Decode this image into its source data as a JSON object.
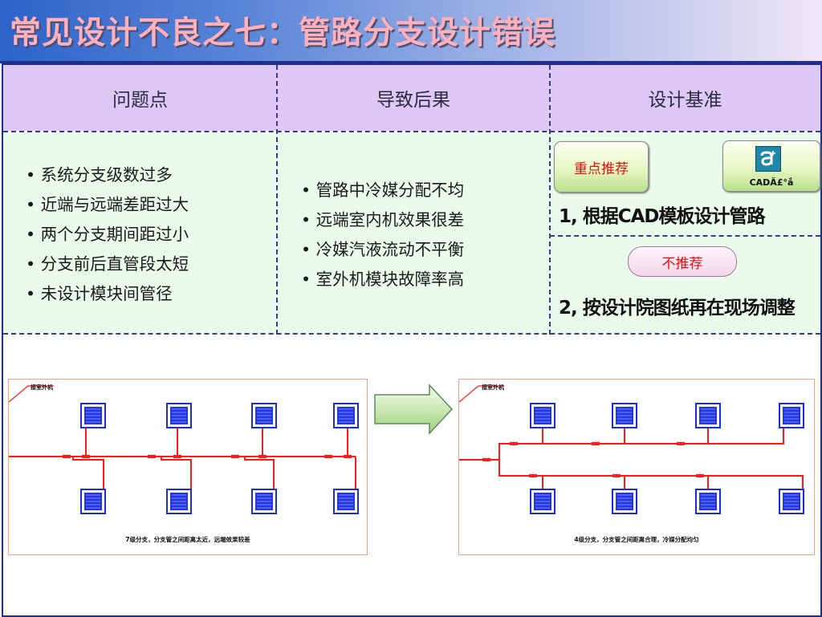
{
  "title": "常见设计不良之七：管路分支设计错误",
  "table": {
    "headers": [
      "问题点",
      "导致后果",
      "设计基准"
    ],
    "problems": [
      "系统分支级数过多",
      "近端与远端差距过大",
      "两个分支期间距过小",
      "分支前后直管段太短",
      "未设计模块间管径"
    ],
    "consequences": [
      "管路中冷媒分配不均",
      "远端室内机效果很差",
      "冷媒汽液流动不平衡",
      "室外机模块故障率高"
    ],
    "standard": {
      "recommended_label": "重点推荐",
      "cad_button_label": "CADÄ£°å",
      "item1": "1,  根据CAD模板设计管路",
      "not_recommended_label": "不推荐",
      "item2": "2,  按设计院图纸再在现场调整"
    }
  },
  "diagrams": {
    "left": {
      "outdoor_label": "接室外机",
      "caption": "7级分支，分支管之间距离太近，远端效果较差"
    },
    "right": {
      "outdoor_label": "接室外机",
      "caption": "4级分支，分支管之间距离合理，冷媒分配均匀"
    }
  },
  "icons": {
    "cad": "cad-template-icon",
    "arrow": "right-arrow-icon",
    "indoor_unit": "cassette-unit-icon"
  },
  "colors": {
    "pipe": "#ff1a1a",
    "unit": "#1c2ed6",
    "header_bg": "#ddc8f6",
    "body_bg": "#ebfbeb",
    "recommend_text": "#dd1111"
  }
}
